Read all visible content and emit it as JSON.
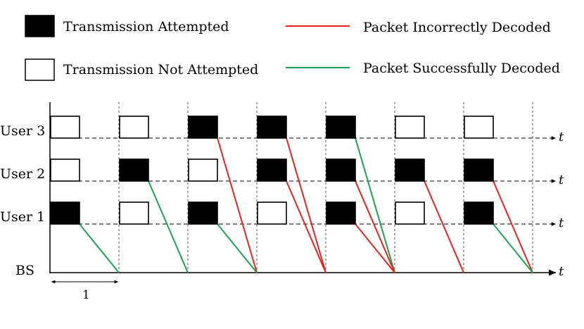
{
  "legend": {
    "attempted": "Transmission Attempted",
    "not_attempted": "Transmission Not Attempted",
    "incorrect": "Packet Incorrectly Decoded",
    "successful": "Packet Successfully Decoded"
  },
  "rows": {
    "user3": "User 3",
    "user2": "User 2",
    "user1": "User 1",
    "bs": "BS"
  },
  "axis_symbol": "t",
  "slot_width_label": "1",
  "colors": {
    "incorrect": "#e8231f",
    "successful": "#1aa64a",
    "attempted_fill": "#000000"
  },
  "slots": [
    {
      "user3": false,
      "user2": false,
      "user1": true,
      "lines": [
        {
          "from": "user1",
          "status": "successful"
        }
      ]
    },
    {
      "user3": false,
      "user2": true,
      "user1": false,
      "lines": [
        {
          "from": "user2",
          "status": "successful"
        }
      ]
    },
    {
      "user3": true,
      "user2": false,
      "user1": true,
      "lines": [
        {
          "from": "user3",
          "status": "incorrect"
        },
        {
          "from": "user1",
          "status": "successful"
        }
      ]
    },
    {
      "user3": true,
      "user2": true,
      "user1": false,
      "lines": [
        {
          "from": "user3",
          "status": "incorrect"
        },
        {
          "from": "user2",
          "status": "incorrect"
        }
      ]
    },
    {
      "user3": true,
      "user2": true,
      "user1": true,
      "lines": [
        {
          "from": "user3",
          "status": "successful"
        },
        {
          "from": "user2",
          "status": "incorrect"
        },
        {
          "from": "user1",
          "status": "incorrect"
        }
      ]
    },
    {
      "user3": false,
      "user2": true,
      "user1": false,
      "lines": [
        {
          "from": "user2",
          "status": "incorrect"
        }
      ]
    },
    {
      "user3": false,
      "user2": true,
      "user1": true,
      "lines": [
        {
          "from": "user2",
          "status": "incorrect"
        },
        {
          "from": "user1",
          "status": "successful"
        }
      ]
    }
  ]
}
